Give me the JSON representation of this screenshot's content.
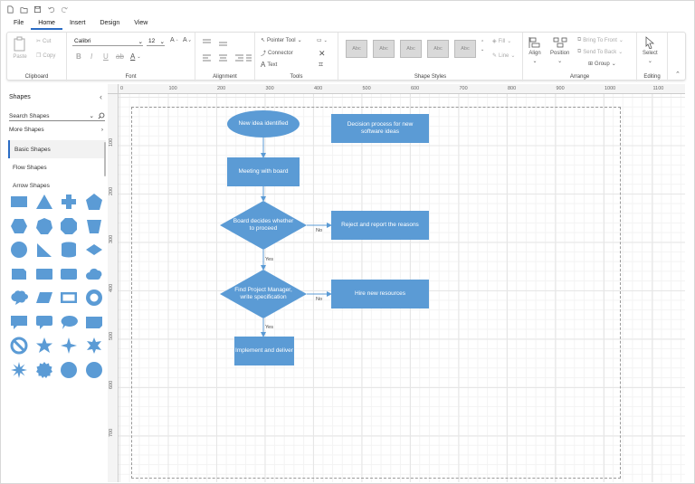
{
  "menu": {
    "tabs": [
      "File",
      "Home",
      "Insert",
      "Design",
      "View"
    ],
    "active": "Home"
  },
  "ribbon": {
    "clipboard": {
      "label": "Clipboard",
      "paste": "Paste",
      "cut": "Cut",
      "copy": "Copy"
    },
    "font": {
      "label": "Font",
      "family": "Calibri",
      "size": "12"
    },
    "alignment": {
      "label": "Alignment"
    },
    "tools": {
      "label": "Tools",
      "pointer": "Pointer Tool",
      "connector": "Connector",
      "text": "Text"
    },
    "shape_styles": {
      "label": "Shape Styles",
      "swatch_text": "Abc",
      "fill": "Fill",
      "line": "Line"
    },
    "arrange": {
      "label": "Arrange",
      "align": "Align",
      "position": "Position",
      "bring_front": "Bring To Front",
      "send_back": "Send To Back",
      "group": "Group"
    },
    "editing": {
      "label": "Editing",
      "select": "Select"
    }
  },
  "panel": {
    "title": "Shapes",
    "search_placeholder": "Search Shapes",
    "more": "More Shapes",
    "categories": [
      "Basic Shapes",
      "Flow Shapes",
      "Arrow Shapes"
    ],
    "active_category": "Basic Shapes",
    "shapes": [
      "rectangle",
      "triangle",
      "plus",
      "pentagon",
      "hexagon",
      "heptagon",
      "octagon",
      "trapezoid",
      "ellipse",
      "right-triangle",
      "cylinder",
      "diamond",
      "rounded-rectangle",
      "snip-rectangle",
      "round-rectangle",
      "cloud",
      "star-burst",
      "parallelogram",
      "frame",
      "donut",
      "rectangle-callout",
      "rounded-callout",
      "oval-callout",
      "folded-rectangle",
      "no-symbol",
      "star-5",
      "star-4",
      "star-6",
      "star-8",
      "seal",
      "circle",
      "circle-solid"
    ]
  },
  "rulers": {
    "h": [
      "0",
      "100",
      "200",
      "300",
      "400",
      "500",
      "600",
      "700",
      "800",
      "900",
      "1000",
      "1100"
    ],
    "v": [
      "100",
      "200",
      "300",
      "400",
      "500",
      "600",
      "700"
    ]
  },
  "diagram": {
    "fill": "#5b9bd5",
    "nodes": {
      "start": "New idea identified",
      "note": "Decision process for new software ideas",
      "meeting": "Meeting with board",
      "decide": "Board decides whether to proceed",
      "reject": "Reject and report the reasons",
      "findpm": "Find Project Manager, write specification",
      "hire": "Hire new resources",
      "implement": "Implement and deliver"
    },
    "labels": {
      "no1": "No",
      "yes1": "Yes",
      "no2": "No",
      "yes2": "Yes"
    }
  }
}
